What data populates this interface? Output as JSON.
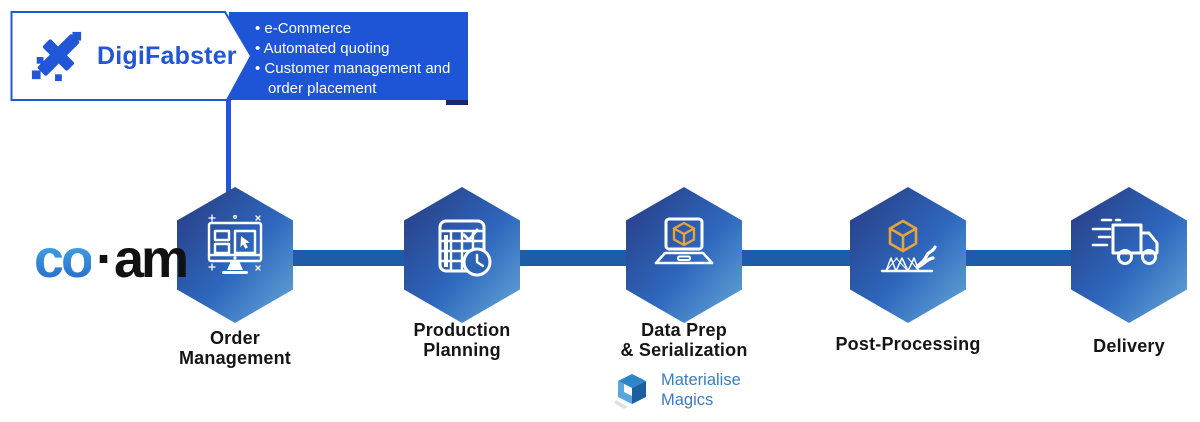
{
  "digifabster": {
    "name": "DigiFabster",
    "features": [
      "e-Commerce",
      "Automated quoting",
      "Customer management and order placement"
    ]
  },
  "coam": {
    "part1": "co",
    "dot": "·",
    "part2": "am"
  },
  "steps": [
    {
      "label": "Order\nManagement",
      "icon": "monitor-icon"
    },
    {
      "label": "Production\nPlanning",
      "icon": "calendar-clock-icon"
    },
    {
      "label": "Data Prep\n& Serialization",
      "icon": "laptop-cube-icon"
    },
    {
      "label": "Post-Processing",
      "icon": "cube-supports-cutter-icon"
    },
    {
      "label": "Delivery",
      "icon": "truck-icon"
    }
  ],
  "materialise_magics": {
    "line1": "Materialise",
    "line2": "Magics"
  },
  "colors": {
    "brand_blue": "#2156d6",
    "panel_blue": "#1d55d6",
    "connector_blue": "#1e5caa",
    "hex_gradient_start": "#283a80",
    "hex_gradient_mid": "#2e67bd",
    "hex_gradient_end": "#67a9d8",
    "accent_orange": "#e8a33d",
    "label_dark": "#151515",
    "magics_blue": "#3b7cc4"
  }
}
